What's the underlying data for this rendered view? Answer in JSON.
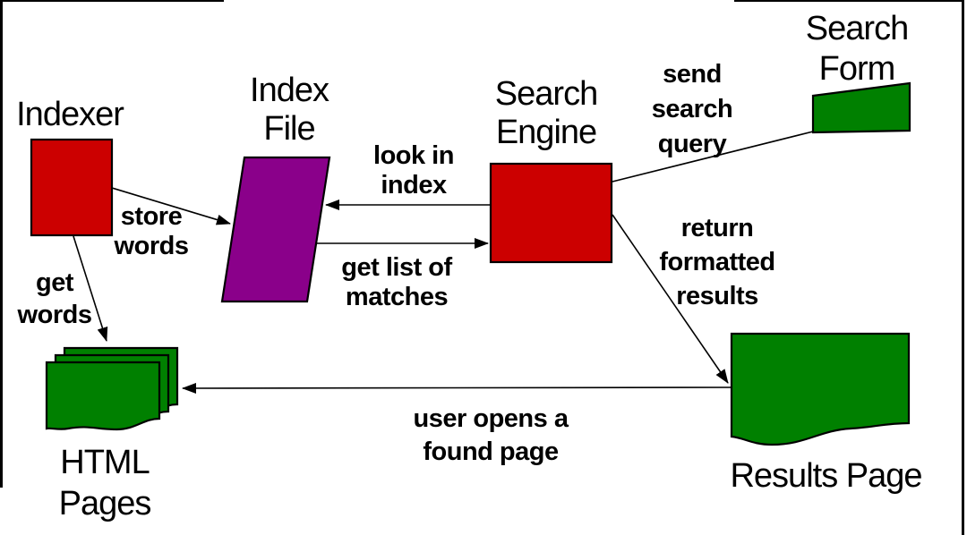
{
  "diagram": {
    "colors": {
      "process_box": "#cc0000",
      "index_file_shape": "#8a008a",
      "page_shape": "#008000",
      "line": "#000000",
      "background": "#ffffff"
    },
    "nodes": {
      "indexer": {
        "label": "Indexer",
        "shape": "red-rectangle"
      },
      "index_file": {
        "line1": "Index",
        "line2": "File",
        "shape": "purple-parallelogram"
      },
      "search_engine": {
        "line1": "Search",
        "line2": "Engine",
        "shape": "red-rectangle"
      },
      "search_form": {
        "line1": "Search",
        "line2": "Form",
        "shape": "green-page"
      },
      "html_pages": {
        "line1": "HTML",
        "line2": "Pages",
        "shape": "green-page-stack"
      },
      "results_page": {
        "label": "Results Page",
        "shape": "green-page"
      }
    },
    "edges": {
      "store_words": {
        "line1": "store",
        "line2": "words",
        "from": "indexer",
        "to": "index_file"
      },
      "get_words": {
        "line1": "get",
        "line2": "words",
        "from": "indexer",
        "to": "html_pages"
      },
      "look_in_index": {
        "line1": "look in",
        "line2": "index",
        "from": "search_engine",
        "to": "index_file"
      },
      "get_list_of_matches": {
        "line1": "get list of",
        "line2": "matches",
        "from": "index_file",
        "to": "search_engine"
      },
      "send_search_query": {
        "line1": "send",
        "line2": "search",
        "line3": "query",
        "from": "search_form",
        "to": "search_engine"
      },
      "return_formatted_results": {
        "line1": "return",
        "line2": "formatted",
        "line3": "results",
        "from": "search_engine",
        "to": "results_page"
      },
      "user_opens_found_page": {
        "line1": "user opens a",
        "line2": "found page",
        "from": "results_page",
        "to": "html_pages"
      }
    }
  }
}
